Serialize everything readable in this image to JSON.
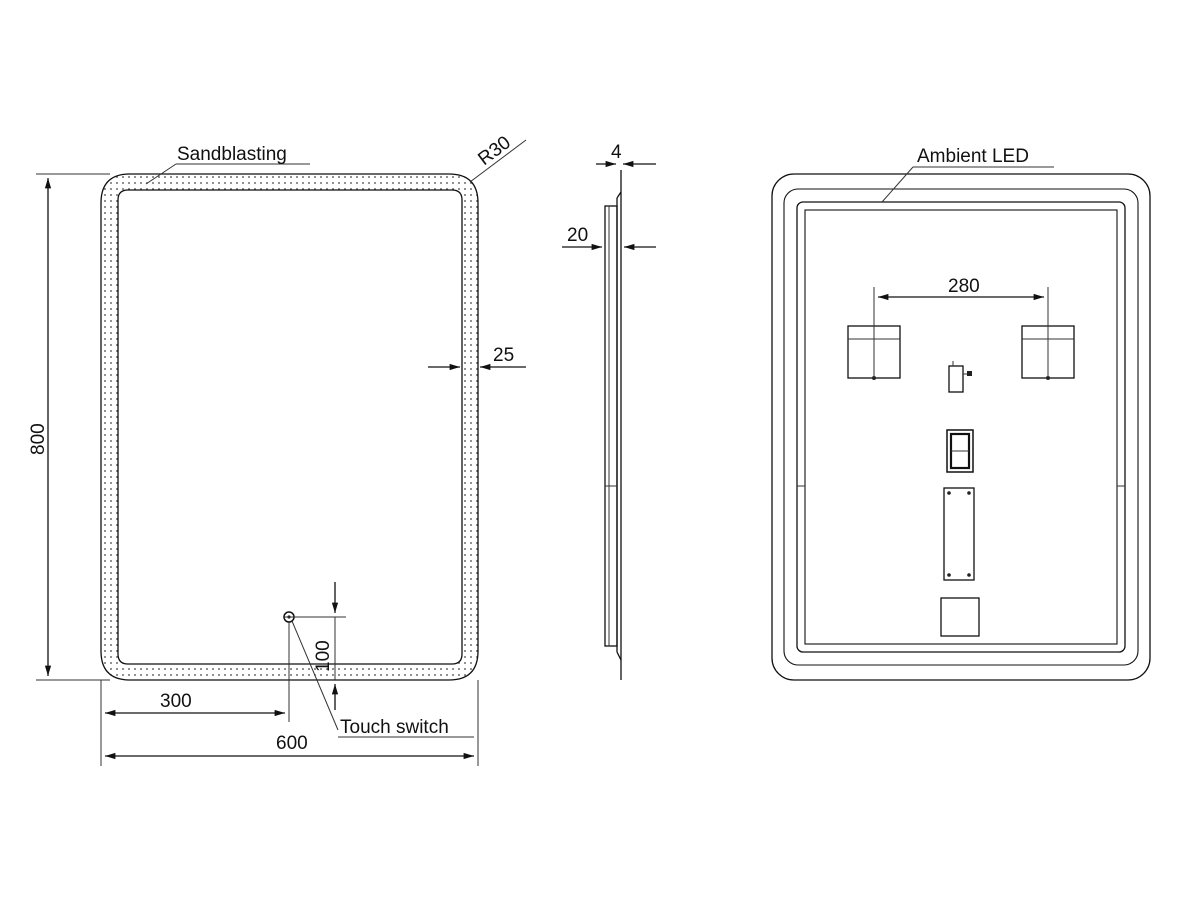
{
  "front_view": {
    "label_sandblasting": "Sandblasting",
    "label_radius": "R30",
    "dim_height": "800",
    "dim_width": "600",
    "dim_switch_offset_x": "300",
    "dim_switch_offset_y": "100",
    "dim_border": "25",
    "label_touch_switch": "Touch switch"
  },
  "side_view": {
    "dim_glass": "4",
    "dim_depth": "20"
  },
  "back_view": {
    "label_ambient_led": "Ambient LED",
    "dim_bracket_spacing": "280"
  }
}
